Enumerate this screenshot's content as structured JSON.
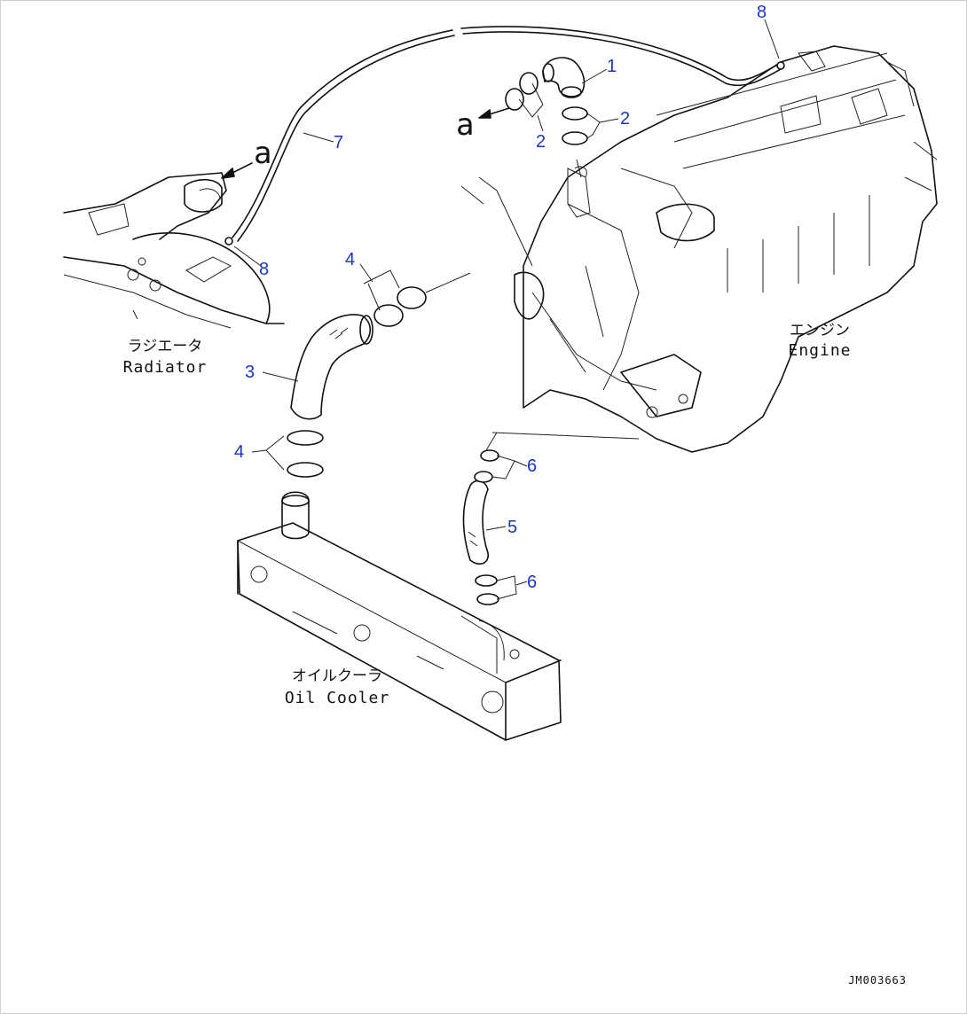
{
  "callouts": {
    "c1": "1",
    "c2a": "2",
    "c2b": "2",
    "c3": "3",
    "c4a": "4",
    "c4b": "4",
    "c5": "5",
    "c6a": "6",
    "c6b": "6",
    "c7": "7",
    "c8a": "8",
    "c8b": "8"
  },
  "view_marks": {
    "a1": "a",
    "a2": "a"
  },
  "labels": {
    "radiator_jp": "ラジエータ",
    "radiator_en": "Radiator",
    "engine_jp": "エンジン",
    "engine_en": "Engine",
    "oilcooler_jp": "オイルクーラ",
    "oilcooler_en": "Oil Cooler"
  },
  "drawing_code": "JM003663",
  "colors": {
    "callout": "#1a35c8",
    "line": "#111111"
  }
}
